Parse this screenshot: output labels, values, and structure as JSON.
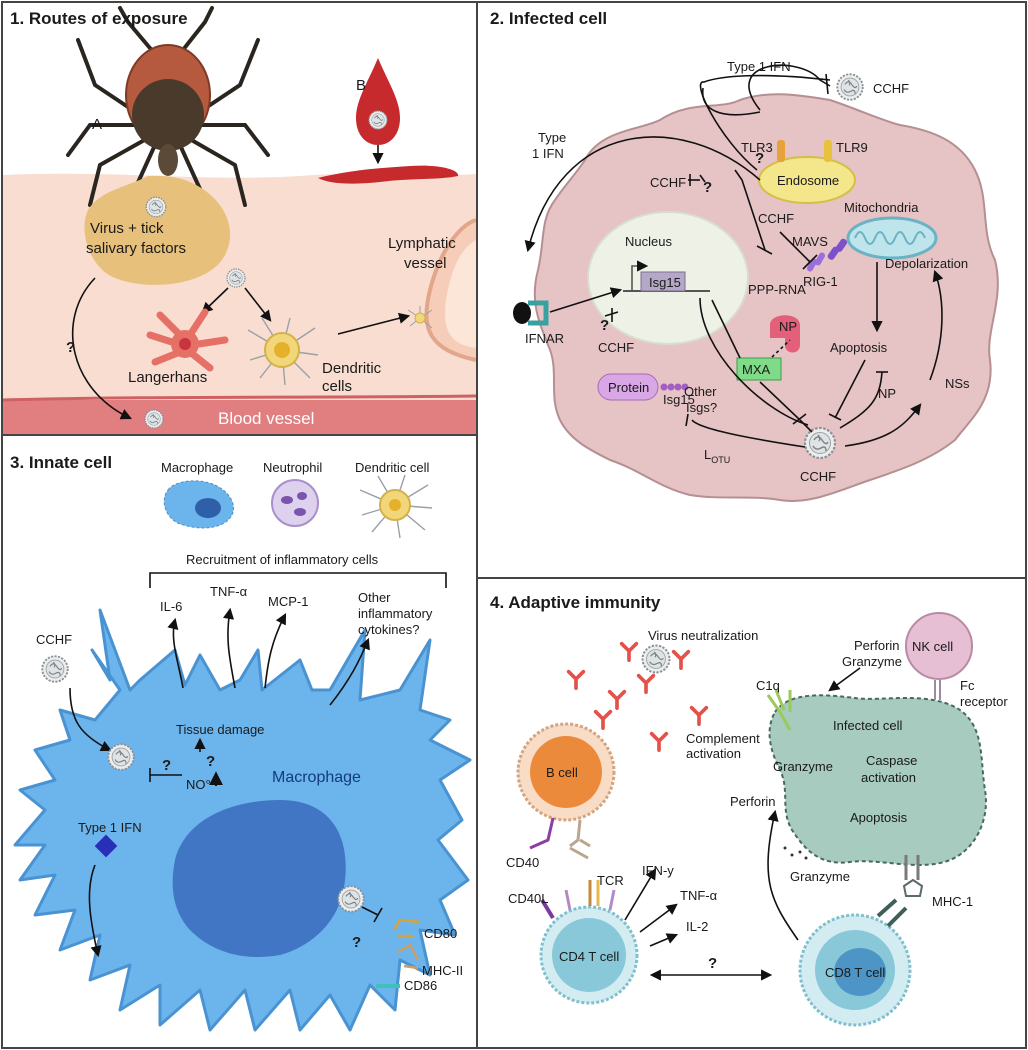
{
  "panels": {
    "p1": {
      "title": "1. Routes of exposure",
      "route_a": "A",
      "route_b": "B",
      "virus_tick_line1": "Virus + tick",
      "virus_tick_line2": "salivary factors",
      "lymphatic_line1": "Lymphatic",
      "lymphatic_line2": "vessel",
      "langerhans": "Langerhans",
      "dendritic_line1": "Dendritic",
      "dendritic_line2": "cells",
      "blood_vessel": "Blood vessel",
      "question": "?"
    },
    "p2": {
      "title": "2. Infected cell",
      "type1ifn_top": "Type 1 IFN",
      "cchf_top": "CCHF",
      "type1ifn_left_line1": "Type",
      "type1ifn_left_line2": "1 IFN",
      "tlr3": "TLR3",
      "tlr9": "TLR9",
      "endosome": "Endosome",
      "cchf_upper": "CCHF",
      "cchf_mid": "CCHF",
      "mitochondria": "Mitochondria",
      "nucleus": "Nucleus",
      "mavs": "MAVS",
      "depolarization": "Depolarization",
      "isg15_gene": "Isg15",
      "ppp_rna": "PPP-RNA",
      "rig1": "RIG-1",
      "ifnar": "IFNAR",
      "cchf_ifnar": "CCHF",
      "np_top": "NP",
      "mxa": "MXA",
      "apoptosis": "Apoptosis",
      "protein": "Protein",
      "isg15_prot": "Isg15",
      "other_isgs_line1": "Other",
      "other_isgs_line2": "Isgs?",
      "np_right": "NP",
      "nss": "NSs",
      "lotu_main": "L",
      "lotu_sub": "OTU",
      "cchf_bottom": "CCHF",
      "question": "?"
    },
    "p3": {
      "title": "3. Innate cell",
      "macrophage": "Macrophage",
      "neutrophil": "Neutrophil",
      "dendritic_cell": "Dendritic cell",
      "recruitment": "Recruitment of inflammatory cells",
      "il6": "IL-6",
      "tnfa": "TNF-α",
      "mcp1": "MCP-1",
      "other_line1": "Other",
      "other_line2": "inflammatory",
      "other_line3": "cytokines?",
      "cchf": "CCHF",
      "tissue_damage": "Tissue damage",
      "no": "NO°",
      "macrophage_label": "Macrophage",
      "type1ifn": "Type 1 IFN",
      "cd80": "CD80",
      "mhc2": "MHC-II",
      "cd86": "CD86",
      "question": "?"
    },
    "p4": {
      "title": "4. Adaptive immunity",
      "virus_neutralization": "Virus neutralization",
      "perforin_top": "Perforin",
      "granzyme_top": "Granzyme",
      "nk_cell": "NK cell",
      "c1q": "C1q",
      "fc_line1": "Fc",
      "fc_line2": "receptor",
      "complement_line1": "Complement",
      "complement_line2": "activation",
      "infected_cell": "Infected cell",
      "b_cell": "B cell",
      "granzyme_in": "Granzyme",
      "caspase_line1": "Caspase",
      "caspase_line2": "activation",
      "perforin_mid": "Perforin",
      "apoptosis": "Apoptosis",
      "ifny": "IFN-y",
      "cd40": "CD40",
      "tcr": "TCR",
      "tnfa": "TNF-α",
      "granzyme_mid": "Granzyme",
      "cd40l": "CD40L",
      "il2": "IL-2",
      "mhc1": "MHC-1",
      "cd4": "CD4 T cell",
      "cd8": "CD8 T cell",
      "question": "?"
    }
  },
  "colors": {
    "skin": "#f8ddd0",
    "blood_vessel": "#e17e80",
    "infected_cell": "#e6c3c4",
    "nucleus": "#eef2e6",
    "macrophage": "#6cb4ec",
    "macrophage_nucleus": "#4176c4",
    "infected_cell_p4": "#a7cbbf",
    "b_cell": "#ec8a3c",
    "t_cell": "#88c8d8",
    "antibody": "#e4514a",
    "nk_cell": "#e6bfd4",
    "border": "#444444"
  }
}
